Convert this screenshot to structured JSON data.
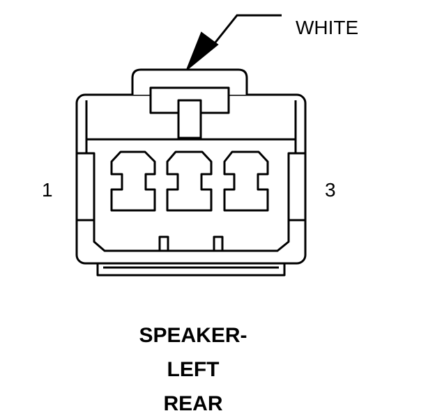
{
  "callout": {
    "wire_color": "WHITE"
  },
  "connector": {
    "pin_left": "1",
    "pin_right": "3"
  },
  "title": {
    "line1": "SPEAKER-",
    "line2": "LEFT",
    "line3": "REAR"
  },
  "colors": {
    "stroke": "#000000",
    "background": "#ffffff"
  }
}
